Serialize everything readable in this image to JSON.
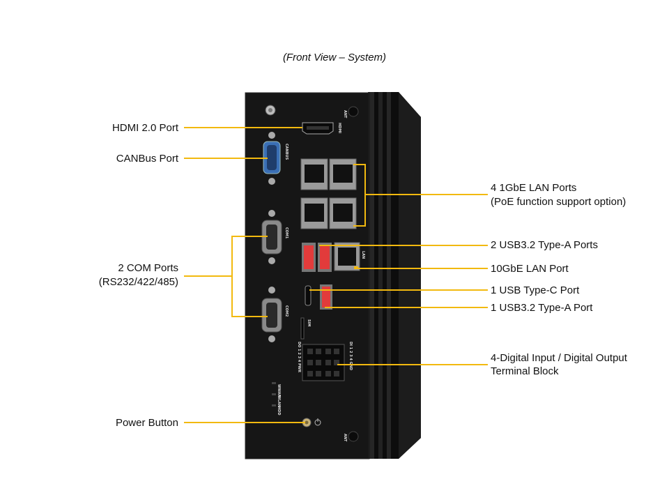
{
  "caption": "(Front View – System)",
  "colors": {
    "leader": "#f2b90f",
    "chassis": "#151515",
    "port_usb": "#e23b3b",
    "port_canbus": "#3a6fb5"
  },
  "labels_left": {
    "hdmi": "HDMI 2.0 Port",
    "canbus": "CANBus Port",
    "com_line1": "2 COM Ports",
    "com_line2": "(RS232/422/485)",
    "power": "Power Button"
  },
  "labels_right": {
    "lan_line1": "4 1GbE LAN Ports",
    "lan_line2": "(PoE function support option)",
    "usb_a2": "2 USB3.2 Type-A Ports",
    "lan10": "10GbE LAN Port",
    "usbc": "1 USB Type-C Port",
    "usb_a1": "1 USB3.2 Type-A Port",
    "dio_line1": "4-Digital Input / Digital Output",
    "dio_line2": "Terminal Block"
  },
  "panel_marks": {
    "ant": "ANT",
    "hdmi": "HDMI",
    "canbus": "CANBUS",
    "com1": "COM1",
    "com2": "COM2",
    "lan": "LAN",
    "sim": "SIM",
    "do": "DO 1 2 3 4 PWR",
    "di": "DI 1 2 3 4 GND",
    "wwan": "WWAN",
    "wlan": "WLAN",
    "hdd": "HDD"
  }
}
